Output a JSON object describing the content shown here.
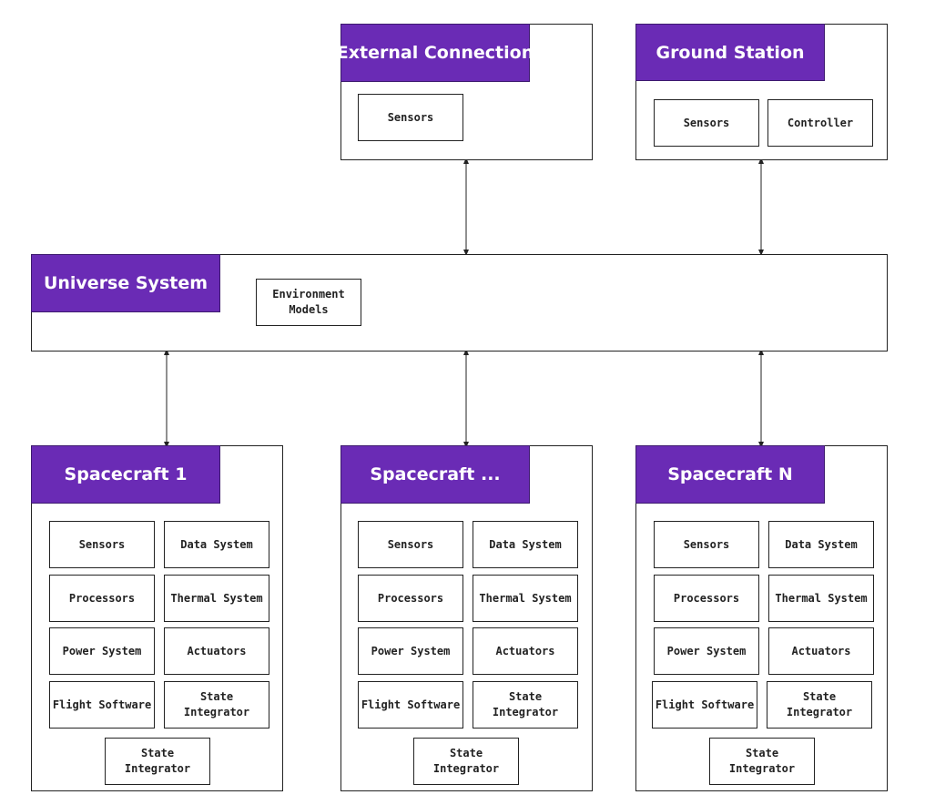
{
  "external": {
    "title": "External Connection",
    "sensors": "Sensors"
  },
  "ground": {
    "title": "Ground Station",
    "sensors": "Sensors",
    "controller": "Controller"
  },
  "universe": {
    "title": "Universe System",
    "env_line1": "Environment",
    "env_line2": "Models"
  },
  "spacecraft": [
    {
      "title": "Spacecraft 1",
      "components": [
        "Sensors",
        "Data System",
        "Processors",
        "Thermal System",
        "Power System",
        "Actuators",
        "Flight Software",
        "State Integrator"
      ],
      "bottom": "State Integrator"
    },
    {
      "title": "Spacecraft ...",
      "components": [
        "Sensors",
        "Data System",
        "Processors",
        "Thermal System",
        "Power System",
        "Actuators",
        "Flight Software",
        "State Integrator"
      ],
      "bottom": "State Integrator"
    },
    {
      "title": "Spacecraft N",
      "components": [
        "Sensors",
        "Data System",
        "Processors",
        "Thermal System",
        "Power System",
        "Actuators",
        "Flight Software",
        "State Integrator"
      ],
      "bottom": "State Integrator"
    }
  ],
  "colors": {
    "header_bg": "#6a2bb5",
    "header_text": "#ffffff",
    "border": "#222222"
  }
}
